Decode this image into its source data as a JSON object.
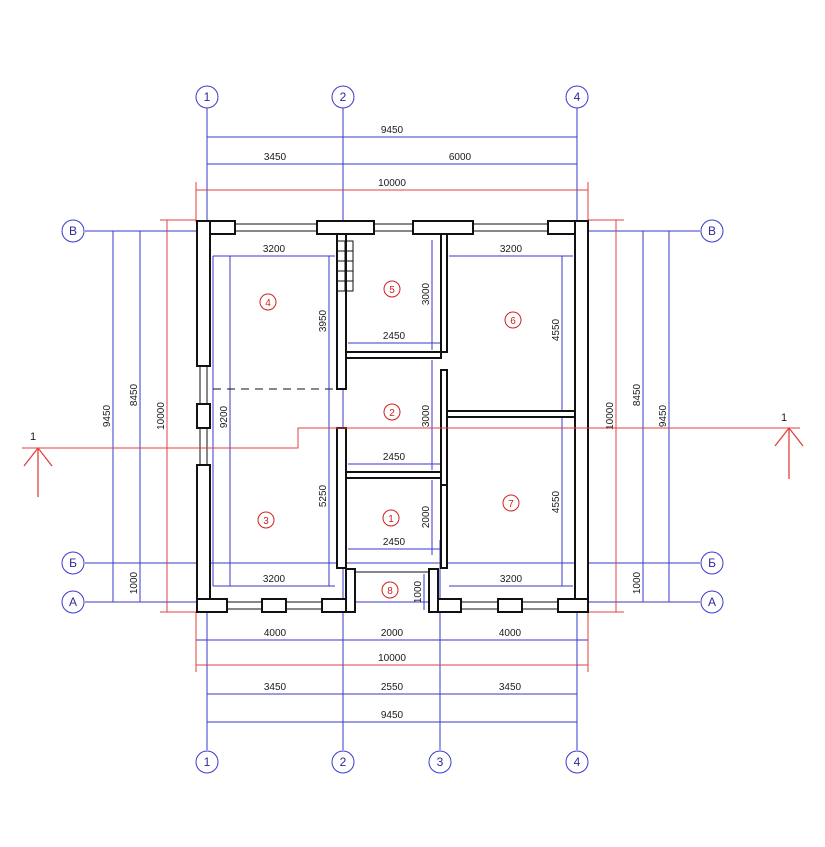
{
  "axes": {
    "top": [
      "1",
      "2",
      "4"
    ],
    "bottom": [
      "1",
      "2",
      "3",
      "4"
    ],
    "rows": [
      "В",
      "Б",
      "А"
    ]
  },
  "dimensions": {
    "top_total": "9450",
    "top_left": "3450",
    "top_right": "6000",
    "top_red": "10000",
    "bottom_seg_left": "4000",
    "bottom_seg_mid": "2000",
    "bottom_seg_right": "4000",
    "bottom_red": "10000",
    "bottom_ax_1": "3450",
    "bottom_ax_2": "2550",
    "bottom_ax_3": "3450",
    "bottom_total": "9450",
    "left_outer": "9450",
    "left_inner": "8450",
    "left_red": "10000",
    "left_bottom": "1000",
    "right_outer": "9450",
    "right_inner": "8450",
    "right_red": "10000",
    "right_bottom": "1000"
  },
  "rooms": [
    {
      "num": "4",
      "width": "3200",
      "height": "3950"
    },
    {
      "num": "3",
      "width": "3200",
      "height": "5250"
    },
    {
      "num": "5",
      "width": "2450",
      "height": "3000"
    },
    {
      "num": "2",
      "width": "2450",
      "height": "3000"
    },
    {
      "num": "1",
      "width": "2450",
      "height": "2000"
    },
    {
      "num": "6",
      "width": "3200",
      "height": "4550"
    },
    {
      "num": "7",
      "width": "3200",
      "height": "4550"
    },
    {
      "num": "8",
      "height": "1000"
    }
  ],
  "room_extra": {
    "left_total_height": "9200"
  },
  "section": {
    "label": "1"
  },
  "colors": {
    "axis": "#3a3acc",
    "red": "#e04040",
    "wall": "#111111"
  }
}
